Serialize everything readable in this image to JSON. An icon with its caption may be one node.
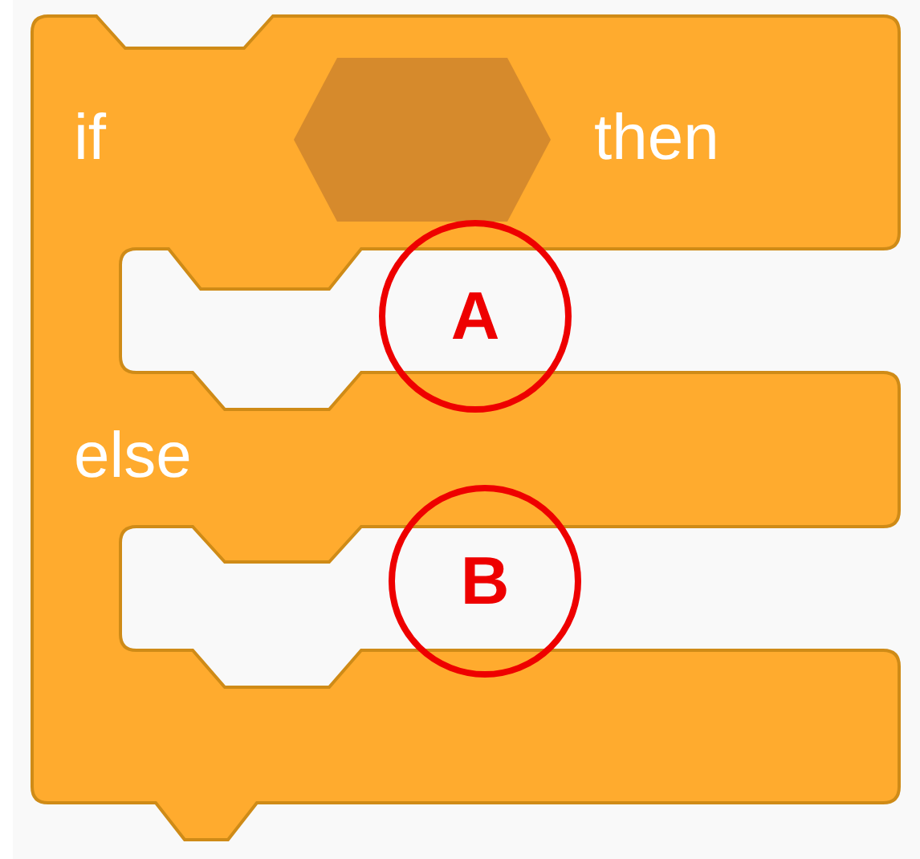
{
  "diagram": {
    "nodes": [
      {
        "text": [
          "A"
        ]
      },
      {
        "text": [
          "B"
        ]
      }
    ],
    "labels": [
      "if",
      "then",
      "else"
    ]
  }
}
